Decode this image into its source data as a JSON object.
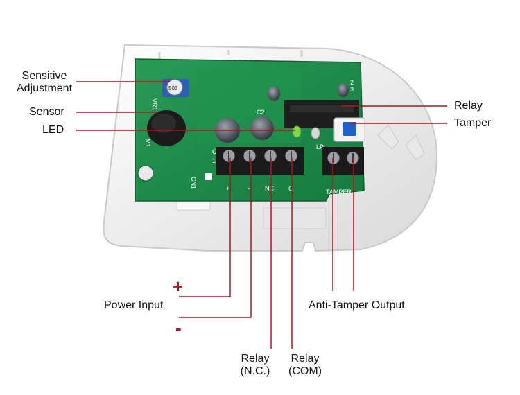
{
  "labels": {
    "sensitive_adjustment": [
      "Sensitive",
      "Adjustment"
    ],
    "sensor": "Sensor",
    "led": "LED",
    "relay": "Relay",
    "tamper": "Tamper",
    "power_input": "Power Input",
    "anti_tamper_output": "Anti-Tamper Output",
    "relay_nc": [
      "Relay",
      "(N.C.)"
    ],
    "relay_com": [
      "Relay",
      "(COM)"
    ],
    "plus_sign": "+",
    "minus_sign": "-"
  },
  "pcb_silkscreen": {
    "terminal_marks": [
      "+",
      "-",
      "NC",
      "C"
    ],
    "tamper_mark": "TAMPER",
    "connector_mark": "CN1",
    "sensor_mark": "M1",
    "pot_mark": "VR1",
    "cap1_mark": "C1",
    "cap2_mark": "C2",
    "cap1_value": "10",
    "led_mark": "LP",
    "pot_value": "503",
    "relay_mark_top": "2",
    "relay_mark_bot": "3"
  },
  "colors": {
    "leader_line": "#b5121b",
    "pcb_green": "#1e8a4a",
    "housing": "#f1f1f1",
    "terminal_block": "#1a1a1a",
    "tamper_button": "#1e62c9"
  }
}
